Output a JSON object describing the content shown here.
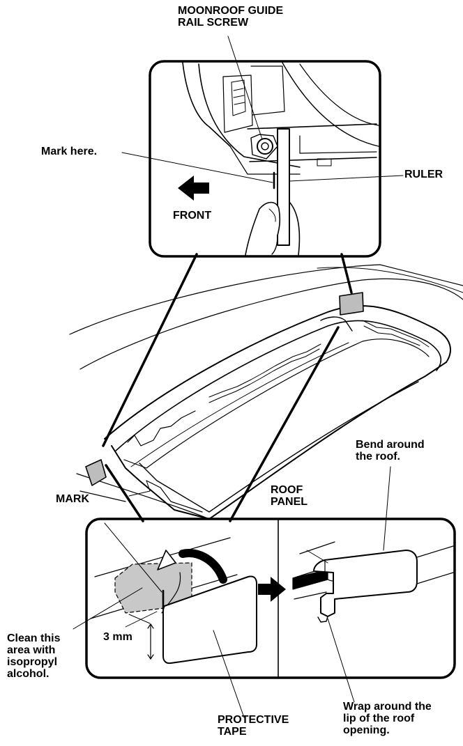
{
  "labels": {
    "guide_rail_screw": "MOONROOF GUIDE\nRAIL SCREW",
    "mark_here": "Mark here.",
    "ruler": "RULER",
    "front": "FRONT",
    "bend_around": "Bend around\nthe roof.",
    "roof_panel": "ROOF\nPANEL",
    "mark": "MARK",
    "clean_area": "Clean this\narea with\nisopropyl\nalcohol.",
    "dimension": "3 mm",
    "protective_tape": "PROTECTIVE\nTAPE",
    "wrap_around": "Wrap around the\nlip of the roof\nopening."
  },
  "colors": {
    "ink": "#000000",
    "tape_fill": "#bdbdbd",
    "shaded_area": "#c8c8c8",
    "background": "#ffffff"
  },
  "icons": {
    "front_arrow": "arrow-left-icon",
    "step_arrow": "arrow-right-icon",
    "dimension_arrow": "double-arrow-vertical-icon",
    "bend_arrow": "curved-arrow-icon"
  }
}
